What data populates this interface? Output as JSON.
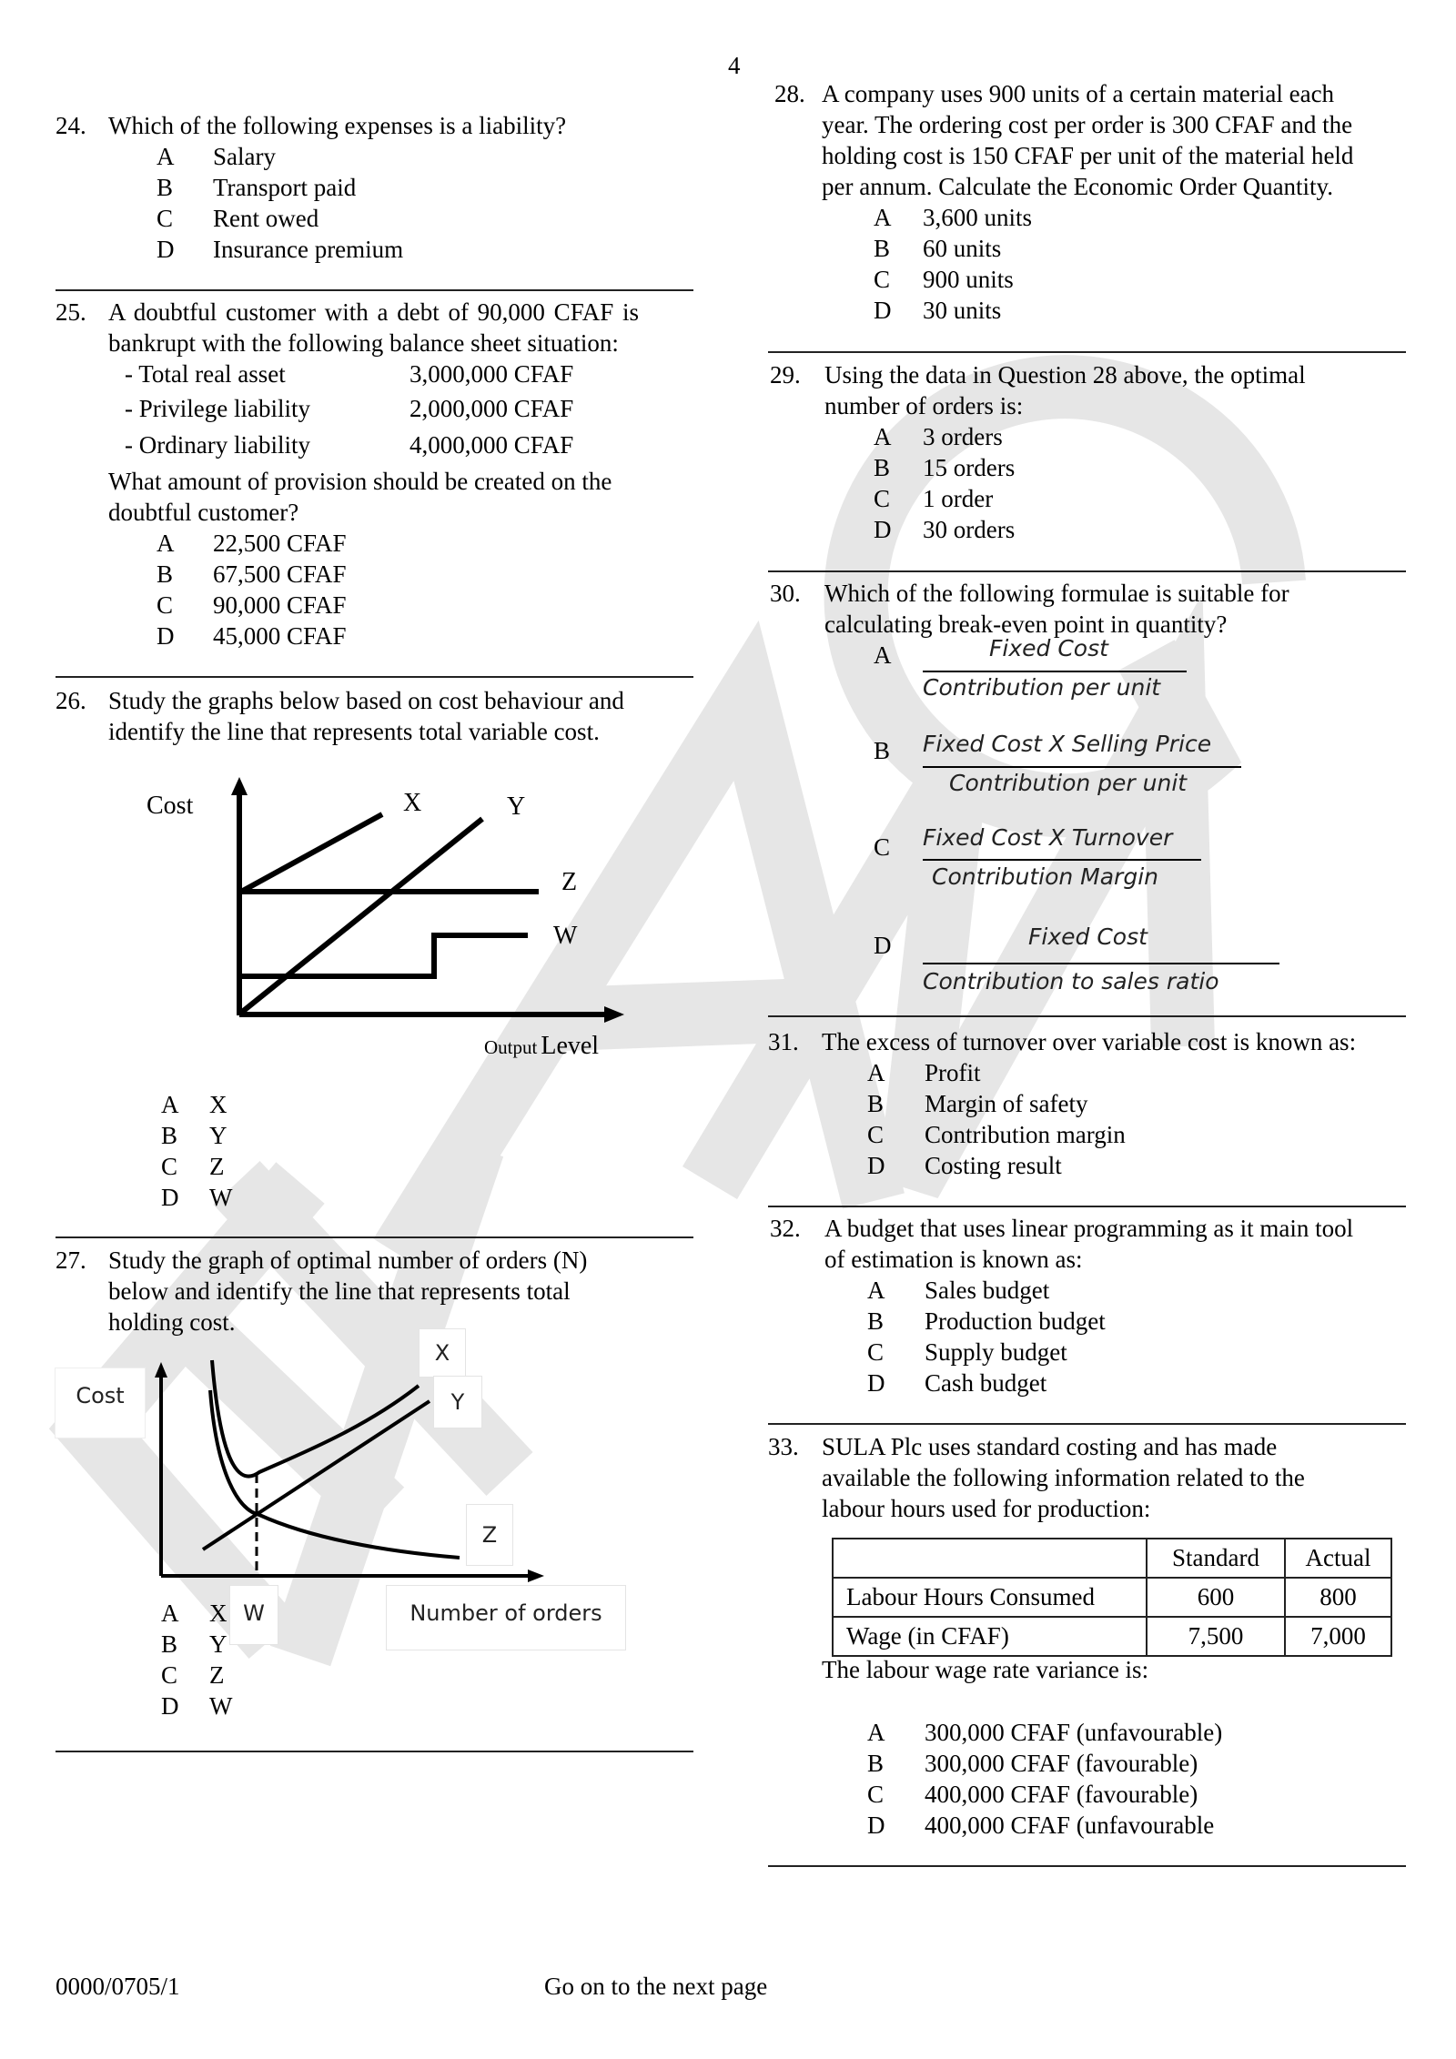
{
  "page_number": "4",
  "watermark": "EXAMGO",
  "footer": {
    "code": "0000/0705/1",
    "next": "Go on to the next page"
  },
  "questions": {
    "q24": {
      "num": "24.",
      "stem": [
        "Which of the following expenses is a liability?"
      ],
      "options": [
        {
          "letter": "A",
          "text": "Salary"
        },
        {
          "letter": "B",
          "text": "Transport paid"
        },
        {
          "letter": "C",
          "text": "Rent owed"
        },
        {
          "letter": "D",
          "text": "Insurance premium"
        }
      ]
    },
    "q25": {
      "num": "25.",
      "stem": [
        "A doubtful customer with a debt of 90,000 CFAF is",
        "bankrupt with the following balance sheet situation:"
      ],
      "balance": [
        {
          "label": "- Total real asset",
          "value": "3,000,000 CFAF"
        },
        {
          "label": "- Privilege liability",
          "value": "2,000,000 CFAF"
        },
        {
          "label": "- Ordinary liability",
          "value": "4,000,000 CFAF"
        }
      ],
      "question": [
        "What amount of provision should be created on the",
        "doubtful customer?"
      ],
      "options": [
        {
          "letter": "A",
          "text": "22,500 CFAF"
        },
        {
          "letter": "B",
          "text": "67,500 CFAF"
        },
        {
          "letter": "C",
          "text": "90,000 CFAF"
        },
        {
          "letter": "D",
          "text": "45,000 CFAF"
        }
      ]
    },
    "q26": {
      "num": "26.",
      "stem": [
        "Study the graphs below based on cost behaviour and",
        "identify the line that represents total variable cost."
      ],
      "graph": {
        "y_label": "Cost",
        "x_label_small": "Output",
        "x_label_big": "Level",
        "lines": [
          "X",
          "Y",
          "Z",
          "W"
        ]
      },
      "options": [
        {
          "letter": "A",
          "text": "X"
        },
        {
          "letter": "B",
          "text": "Y"
        },
        {
          "letter": "C",
          "text": "Z"
        },
        {
          "letter": "D",
          "text": "W"
        }
      ]
    },
    "q27": {
      "num": "27.",
      "stem": [
        "Study the graph of optimal number of orders (N)",
        "below and identify the line that represents total",
        "holding cost."
      ],
      "graph": {
        "y_label": "Cost",
        "x_label": "Number of orders",
        "lines": [
          "X",
          "Y",
          "Z"
        ],
        "point": "W"
      },
      "options": [
        {
          "letter": "A",
          "text": "X"
        },
        {
          "letter": "B",
          "text": "Y"
        },
        {
          "letter": "C",
          "text": "Z"
        },
        {
          "letter": "D",
          "text": "W"
        }
      ]
    },
    "q28": {
      "num": "28.",
      "stem": [
        "A company uses 900 units of a certain material each",
        "year. The ordering cost per order is 300 CFAF and the",
        "holding cost is 150 CFAF per unit of the material held",
        "per annum. Calculate the Economic Order Quantity."
      ],
      "options": [
        {
          "letter": "A",
          "text": "3,600 units"
        },
        {
          "letter": "B",
          "text": "60 units"
        },
        {
          "letter": "C",
          "text": "900 units"
        },
        {
          "letter": "D",
          "text": "30 units"
        }
      ]
    },
    "q29": {
      "num": "29.",
      "stem": [
        "Using the data in Question 28 above, the optimal",
        "number of orders is:"
      ],
      "options": [
        {
          "letter": "A",
          "text": "3 orders"
        },
        {
          "letter": "B",
          "text": "15 orders"
        },
        {
          "letter": "C",
          "text": "1 order"
        },
        {
          "letter": "D",
          "text": "30 orders"
        }
      ]
    },
    "q30": {
      "num": "30.",
      "stem": [
        "Which of the following formulae is suitable for",
        "calculating break-even point in quantity?"
      ],
      "options": [
        {
          "letter": "A",
          "numerator": "Fixed Cost",
          "denominator": "Contribution per unit"
        },
        {
          "letter": "B",
          "numerator": "Fixed Cost X Selling Price",
          "denominator": "Contribution per unit"
        },
        {
          "letter": "C",
          "numerator": "Fixed Cost X Turnover",
          "denominator": "Contribution Margin"
        },
        {
          "letter": "D",
          "numerator": "Fixed Cost",
          "denominator": "Contribution to sales ratio"
        }
      ]
    },
    "q31": {
      "num": "31.",
      "stem": [
        "The excess of turnover over variable cost is known as:"
      ],
      "options": [
        {
          "letter": "A",
          "text": "Profit"
        },
        {
          "letter": "B",
          "text": "Margin of safety"
        },
        {
          "letter": "C",
          "text": "Contribution margin"
        },
        {
          "letter": "D",
          "text": "Costing result"
        }
      ]
    },
    "q32": {
      "num": "32.",
      "stem": [
        "A budget that uses linear programming as it main tool",
        "of estimation is known as:"
      ],
      "options": [
        {
          "letter": "A",
          "text": "Sales budget"
        },
        {
          "letter": "B",
          "text": "Production budget"
        },
        {
          "letter": "C",
          "text": "Supply budget"
        },
        {
          "letter": "D",
          "text": "Cash budget"
        }
      ]
    },
    "q33": {
      "num": "33.",
      "stem": [
        "SULA Plc uses standard costing and has made",
        "available the following information related to the",
        "labour hours used for production:"
      ],
      "table": {
        "headers": [
          "",
          "Standard",
          "Actual"
        ],
        "rows": [
          [
            "Labour Hours Consumed",
            "600",
            "800"
          ],
          [
            "Wage (in CFAF)",
            "7,500",
            "7,000"
          ]
        ]
      },
      "question": "The labour wage rate variance is:",
      "options": [
        {
          "letter": "A",
          "text": "300,000 CFAF (unfavourable)"
        },
        {
          "letter": "B",
          "text": "300,000 CFAF (favourable)"
        },
        {
          "letter": "C",
          "text": "400,000 CFAF (favourable)"
        },
        {
          "letter": "D",
          "text": "400,000 CFAF (unfavourable"
        }
      ]
    }
  }
}
